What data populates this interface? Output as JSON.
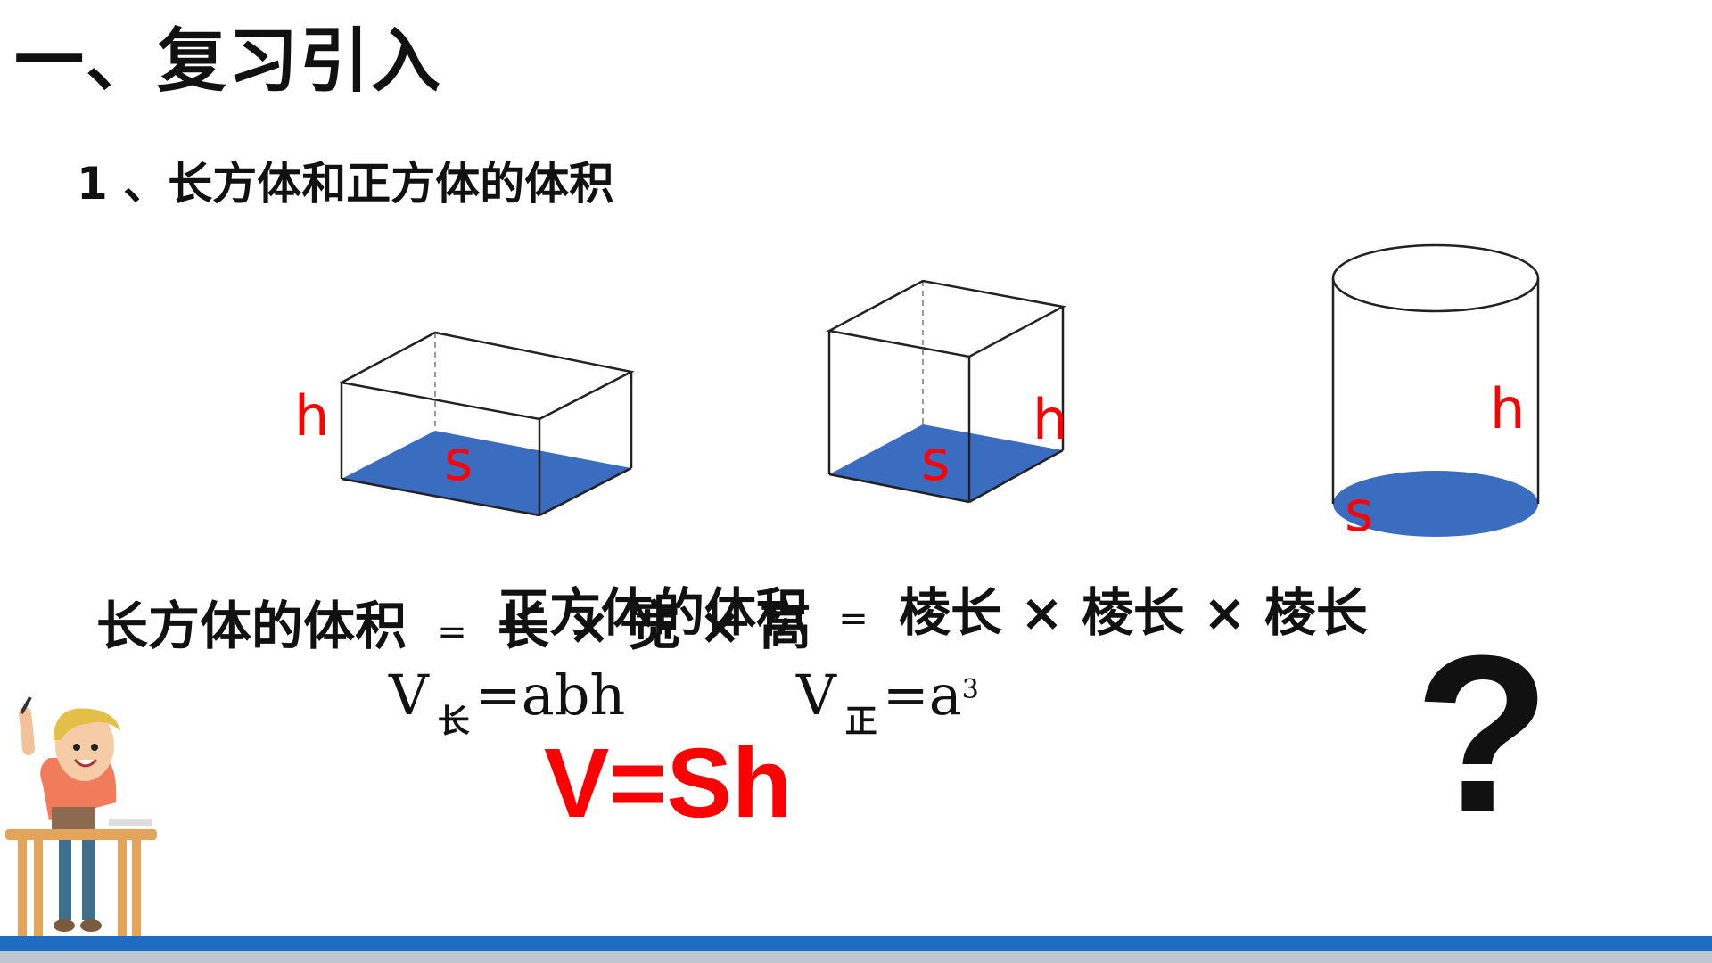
{
  "slide": {
    "title": "一、复习引入",
    "subtitle": "1 、长方体和正方体的体积"
  },
  "figures": {
    "label_h": "h",
    "label_s": "s"
  },
  "formulas": {
    "cuboid": {
      "name": "长方体的体积",
      "equals": "=",
      "rhs": "长 × 宽 × 高",
      "v": "V",
      "sub": "长",
      "expr": "=abh"
    },
    "cube": {
      "name": "正方体的体积",
      "equals": "=",
      "rhs": "棱长 × 棱长 × 棱长",
      "v": "V",
      "sub": "正",
      "expr": "=a",
      "exp": "3"
    },
    "general": "V=Sh",
    "question": "?"
  },
  "colors": {
    "accent_red": "#ff0000",
    "base_blue": "#3a6cc0",
    "footer_blue": "#1f6dc2"
  }
}
